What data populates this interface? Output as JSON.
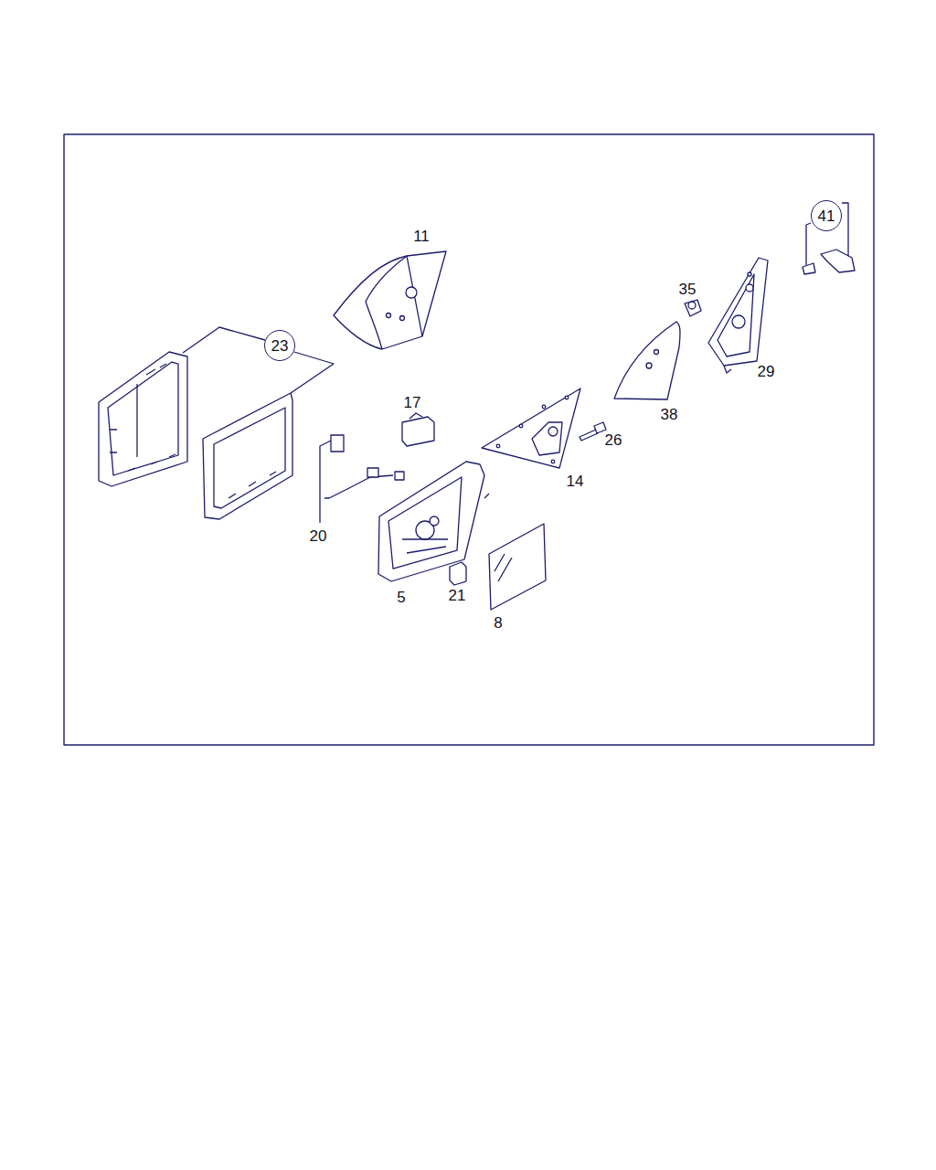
{
  "diagram": {
    "nodes": [
      {
        "text": [
          "41"
        ]
      },
      {
        "text": [
          "23"
        ]
      }
    ],
    "labels": [
      "11",
      "35",
      "29",
      "17",
      "38",
      "26",
      "14",
      "20",
      "21",
      "5",
      "8"
    ]
  }
}
